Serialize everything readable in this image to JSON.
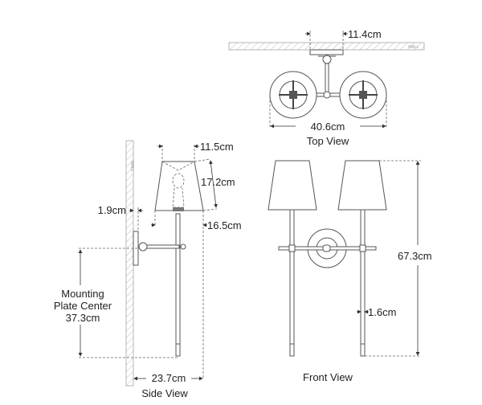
{
  "top_view": {
    "title": "Top View",
    "depth": "11.4cm",
    "width": "40.6cm",
    "wall_label": "WALL"
  },
  "side_view": {
    "title": "Side View",
    "shade_top": "11.5cm",
    "shade_height": "17.2cm",
    "shade_bottom": "16.5cm",
    "plate_offset": "1.9cm",
    "extension": "23.7cm",
    "mounting_line1": "Mounting",
    "mounting_line2": "Plate Center",
    "mounting_value": "37.3cm",
    "wall_label": "WALL"
  },
  "front_view": {
    "title": "Front View",
    "height": "67.3cm",
    "stem_width": "1.6cm"
  },
  "colors": {
    "line": "#555555",
    "text": "#222222",
    "hatch": "#999999"
  }
}
